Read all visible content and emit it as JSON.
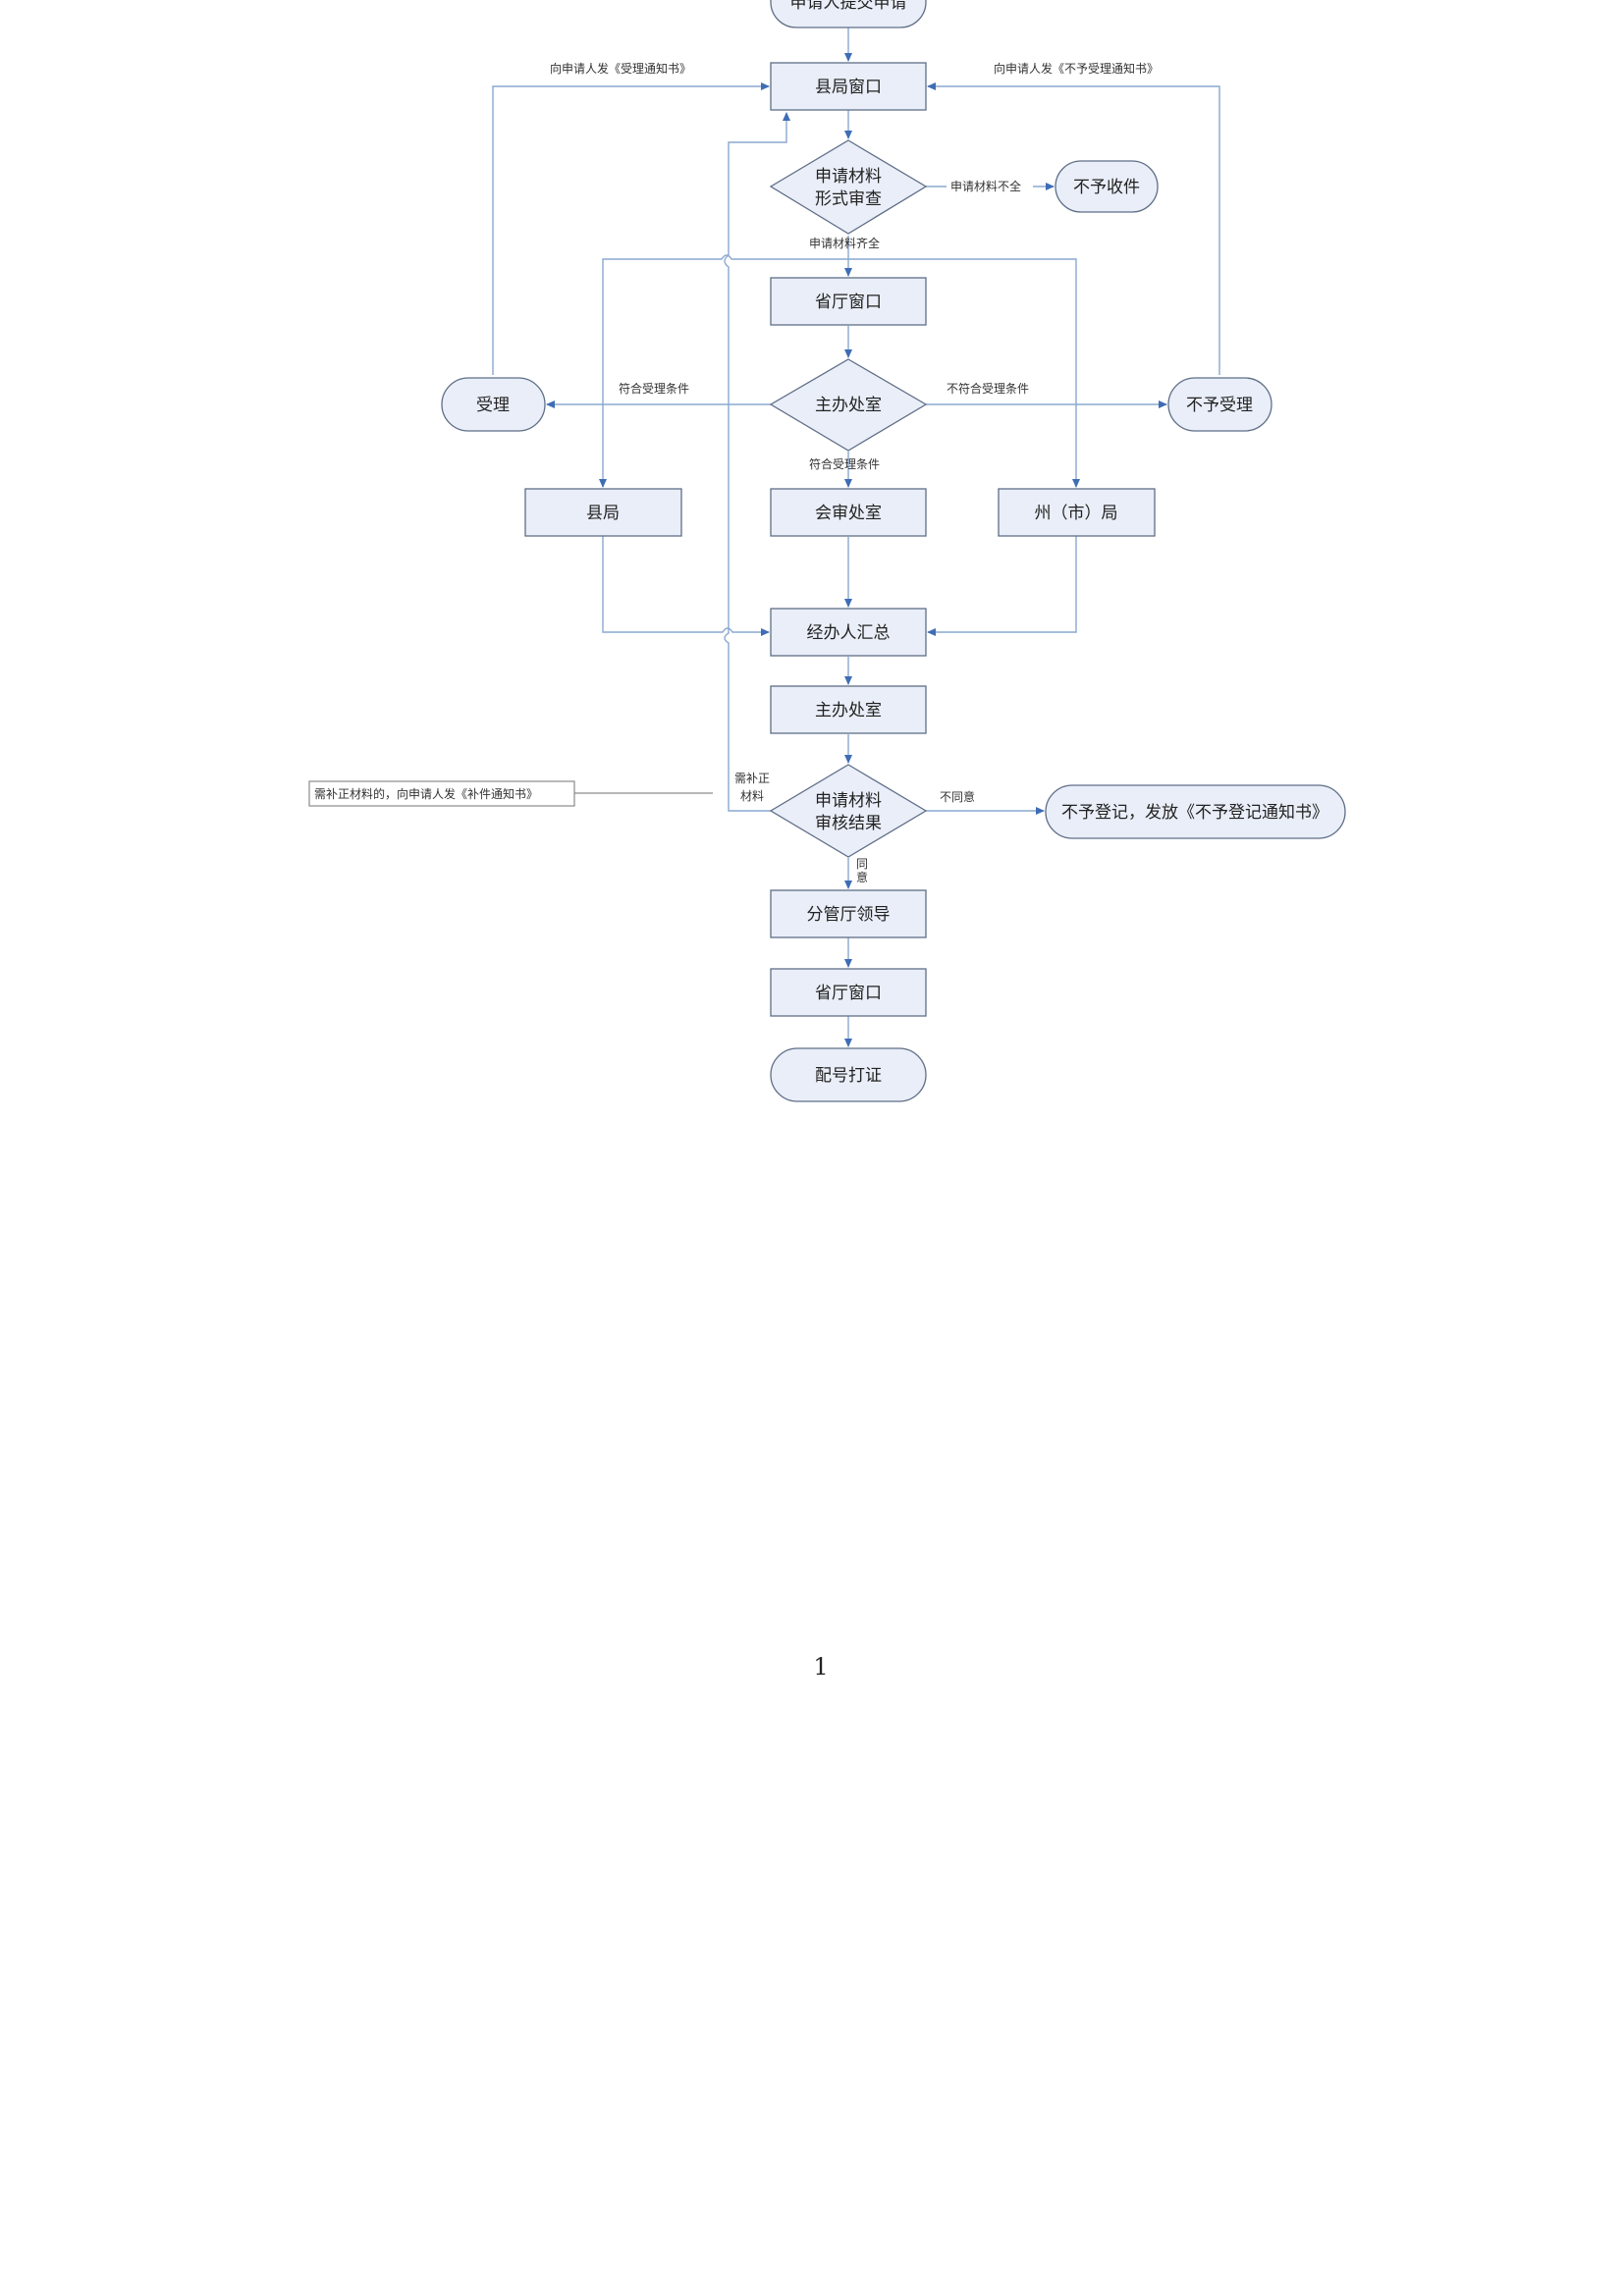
{
  "nodes": {
    "start": "申请人提交申请",
    "county_window": "县局窗口",
    "form_review": [
      "申请材料",
      "形式审查"
    ],
    "reject_receipt": "不予收件",
    "province_window": "省厅窗口",
    "lead_office_1": "主办处室",
    "accept": "受理",
    "not_accept": "不予受理",
    "county_bureau": "县局",
    "joint_review_office": "会审处室",
    "prefecture_bureau": "州（市）局",
    "handler_summary": "经办人汇总",
    "lead_office_2": "主办处室",
    "review_result": [
      "申请材料",
      "审核结果"
    ],
    "no_registration": "不予登记，发放《不予登记通知书》",
    "deputy_leader": "分管厅领导",
    "province_window_2": "省厅窗口",
    "issue_certificate": "配号打证"
  },
  "labels": {
    "notice_accept": "向申请人发《受理通知书》",
    "notice_not_accept": "向申请人发《不予受理通知书》",
    "materials_incomplete": "申请材料不全",
    "materials_complete": "申请材料齐全",
    "meets_conditions": "符合受理条件",
    "not_meets_conditions": "不符合受理条件",
    "meets_conditions_2": "符合受理条件",
    "need_supplement": [
      "需补正",
      "材料"
    ],
    "disagree": "不同意",
    "agree": [
      "同",
      "意"
    ],
    "supplement_note": "需补正材料的，向申请人发《补件通知书》"
  },
  "page_number": "1"
}
